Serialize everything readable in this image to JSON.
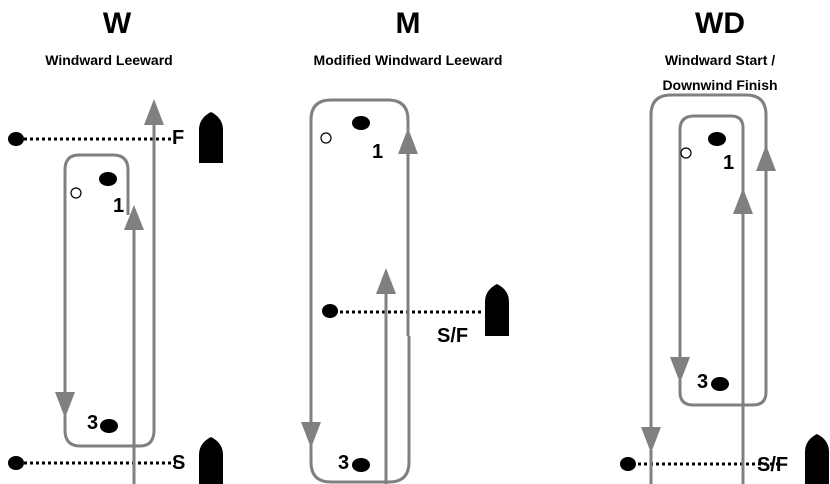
{
  "diagrams": [
    {
      "code": "W",
      "subtitle_lines": [
        "Windward Leeward"
      ],
      "labels": {
        "mark_top": "1",
        "mark_bottom": "3",
        "top_line": "F",
        "bottom_line": "S"
      }
    },
    {
      "code": "M",
      "subtitle_lines": [
        "Modified Windward Leeward"
      ],
      "labels": {
        "mark_top": "1",
        "mark_bottom": "3",
        "mid_line": "S/F"
      }
    },
    {
      "code": "WD",
      "subtitle_lines": [
        "Windward Start /",
        "Downwind Finish"
      ],
      "labels": {
        "mark_top": "1",
        "mark_bottom": "3",
        "bottom_line": "S/F"
      }
    }
  ],
  "colors": {
    "course": "#808080",
    "mark": "#000000",
    "boat": "#000000"
  }
}
